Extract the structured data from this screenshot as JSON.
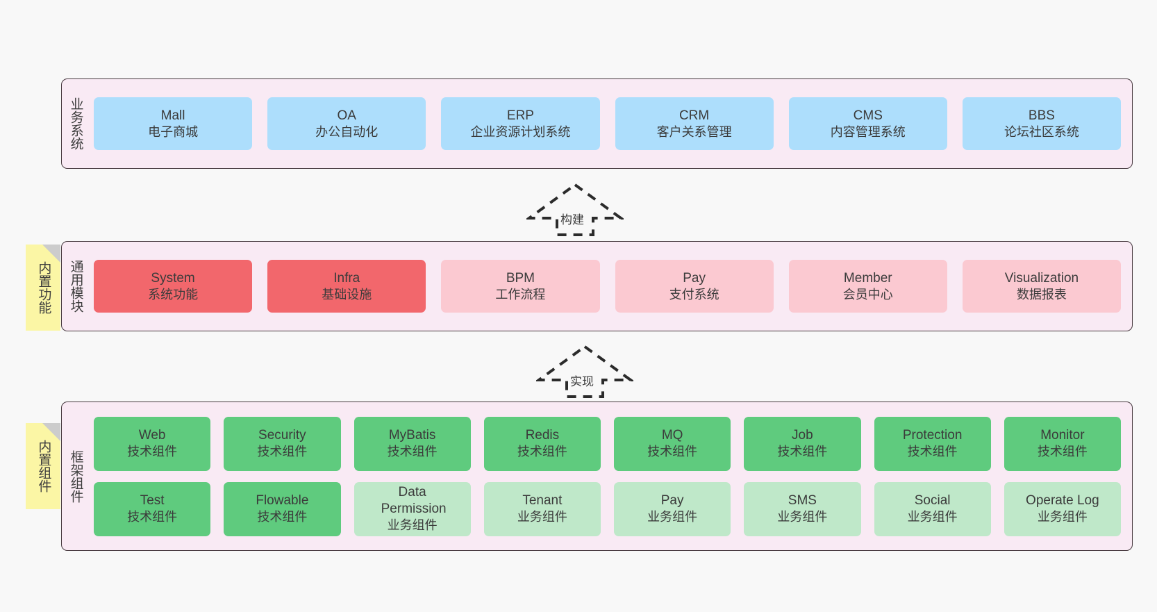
{
  "canvas": {
    "background": "#f8f8f8",
    "panel_background": "#f9eaf4",
    "panel_border": "#45373d",
    "sticky_background": "#fbf6a5"
  },
  "layers": [
    {
      "id": "business-systems",
      "title": "业务系统",
      "sticky": null,
      "rows": [
        {
          "cards": [
            {
              "title": "Mall",
              "sub": "电子商城",
              "color": "#addefc",
              "variant": "c-blue"
            },
            {
              "title": "OA",
              "sub": "办公自动化",
              "color": "#addefc",
              "variant": "c-blue"
            },
            {
              "title": "ERP",
              "sub": "企业资源计划系统",
              "color": "#addefc",
              "variant": "c-blue"
            },
            {
              "title": "CRM",
              "sub": "客户关系管理",
              "color": "#addefc",
              "variant": "c-blue"
            },
            {
              "title": "CMS",
              "sub": "内容管理系统",
              "color": "#addefc",
              "variant": "c-blue"
            },
            {
              "title": "BBS",
              "sub": "论坛社区系统",
              "color": "#addefc",
              "variant": "c-blue"
            }
          ]
        }
      ]
    },
    {
      "id": "common-modules",
      "title": "通用模块",
      "sticky": "内置功能",
      "rows": [
        {
          "cards": [
            {
              "title": "System",
              "sub": "系统功能",
              "color": "#f2676c",
              "variant": "c-red"
            },
            {
              "title": "Infra",
              "sub": "基础设施",
              "color": "#f2676c",
              "variant": "c-red"
            },
            {
              "title": "BPM",
              "sub": "工作流程",
              "color": "#fbc9d1",
              "variant": "c-pink"
            },
            {
              "title": "Pay",
              "sub": "支付系统",
              "color": "#fbc9d1",
              "variant": "c-pink"
            },
            {
              "title": "Member",
              "sub": "会员中心",
              "color": "#fbc9d1",
              "variant": "c-pink"
            },
            {
              "title": "Visualization",
              "sub": "数据报表",
              "color": "#fbc9d1",
              "variant": "c-pink"
            }
          ]
        }
      ]
    },
    {
      "id": "framework-components",
      "title": "框架组件",
      "sticky": "内置组件",
      "rows": [
        {
          "cards": [
            {
              "title": "Web",
              "sub": "技术组件",
              "color": "#5fcb7e",
              "variant": "c-green"
            },
            {
              "title": "Security",
              "sub": "技术组件",
              "color": "#5fcb7e",
              "variant": "c-green"
            },
            {
              "title": "MyBatis",
              "sub": "技术组件",
              "color": "#5fcb7e",
              "variant": "c-green"
            },
            {
              "title": "Redis",
              "sub": "技术组件",
              "color": "#5fcb7e",
              "variant": "c-green"
            },
            {
              "title": "MQ",
              "sub": "技术组件",
              "color": "#5fcb7e",
              "variant": "c-green"
            },
            {
              "title": "Job",
              "sub": "技术组件",
              "color": "#5fcb7e",
              "variant": "c-green"
            },
            {
              "title": "Protection",
              "sub": "技术组件",
              "color": "#5fcb7e",
              "variant": "c-green"
            },
            {
              "title": "Monitor",
              "sub": "技术组件",
              "color": "#5fcb7e",
              "variant": "c-green"
            }
          ]
        },
        {
          "cards": [
            {
              "title": "Test",
              "sub": "技术组件",
              "color": "#5fcb7e",
              "variant": "c-green"
            },
            {
              "title": "Flowable",
              "sub": "技术组件",
              "color": "#5fcb7e",
              "variant": "c-green"
            },
            {
              "title": "Data Permission",
              "sub": "业务组件",
              "color": "#bfe8c9",
              "variant": "c-lightgreen"
            },
            {
              "title": "Tenant",
              "sub": "业务组件",
              "color": "#bfe8c9",
              "variant": "c-lightgreen"
            },
            {
              "title": "Pay",
              "sub": "业务组件",
              "color": "#bfe8c9",
              "variant": "c-lightgreen"
            },
            {
              "title": "SMS",
              "sub": "业务组件",
              "color": "#bfe8c9",
              "variant": "c-lightgreen"
            },
            {
              "title": "Social",
              "sub": "业务组件",
              "color": "#bfe8c9",
              "variant": "c-lightgreen"
            },
            {
              "title": "Operate Log",
              "sub": "业务组件",
              "color": "#bfe8c9",
              "variant": "c-lightgreen"
            }
          ]
        }
      ]
    }
  ],
  "arrows": [
    {
      "id": "build",
      "label": "构建",
      "direction": "up",
      "style": "dashed-hollow"
    },
    {
      "id": "implement",
      "label": "实现",
      "direction": "up",
      "style": "dashed-hollow"
    }
  ]
}
